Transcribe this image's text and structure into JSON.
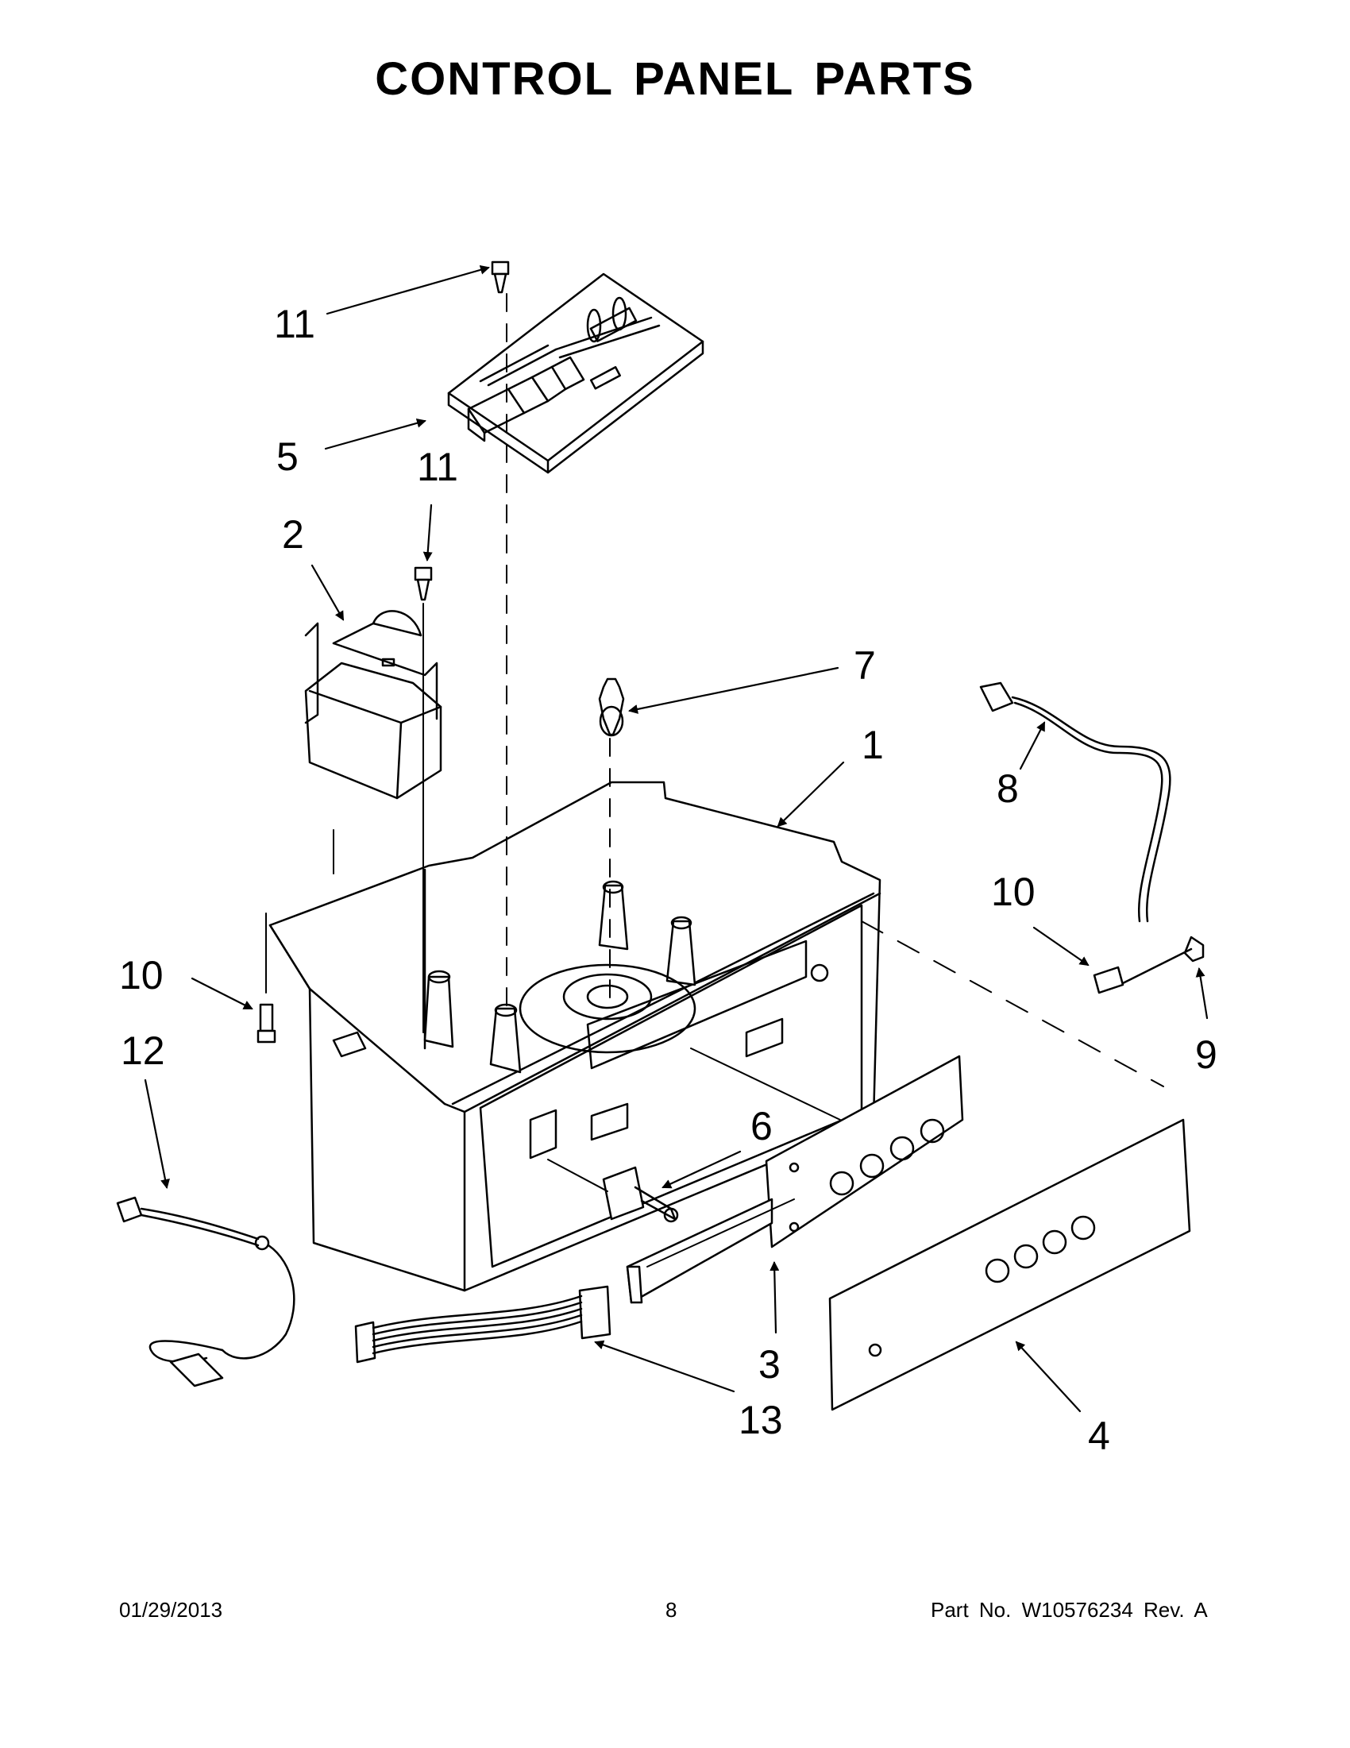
{
  "title": "CONTROL PANEL PARTS",
  "callouts": [
    {
      "id": "11a",
      "label": "11"
    },
    {
      "id": "5",
      "label": "5"
    },
    {
      "id": "11b",
      "label": "11"
    },
    {
      "id": "2",
      "label": "2"
    },
    {
      "id": "7",
      "label": "7"
    },
    {
      "id": "1",
      "label": "1"
    },
    {
      "id": "8",
      "label": "8"
    },
    {
      "id": "10a",
      "label": "10"
    },
    {
      "id": "10b",
      "label": "10"
    },
    {
      "id": "12",
      "label": "12"
    },
    {
      "id": "9",
      "label": "9"
    },
    {
      "id": "6",
      "label": "6"
    },
    {
      "id": "3",
      "label": "3"
    },
    {
      "id": "13",
      "label": "13"
    },
    {
      "id": "4",
      "label": "4"
    }
  ],
  "footer": {
    "date": "01/29/2013",
    "page": "8",
    "part_no": "Part No.  W10576234  Rev.  A"
  }
}
